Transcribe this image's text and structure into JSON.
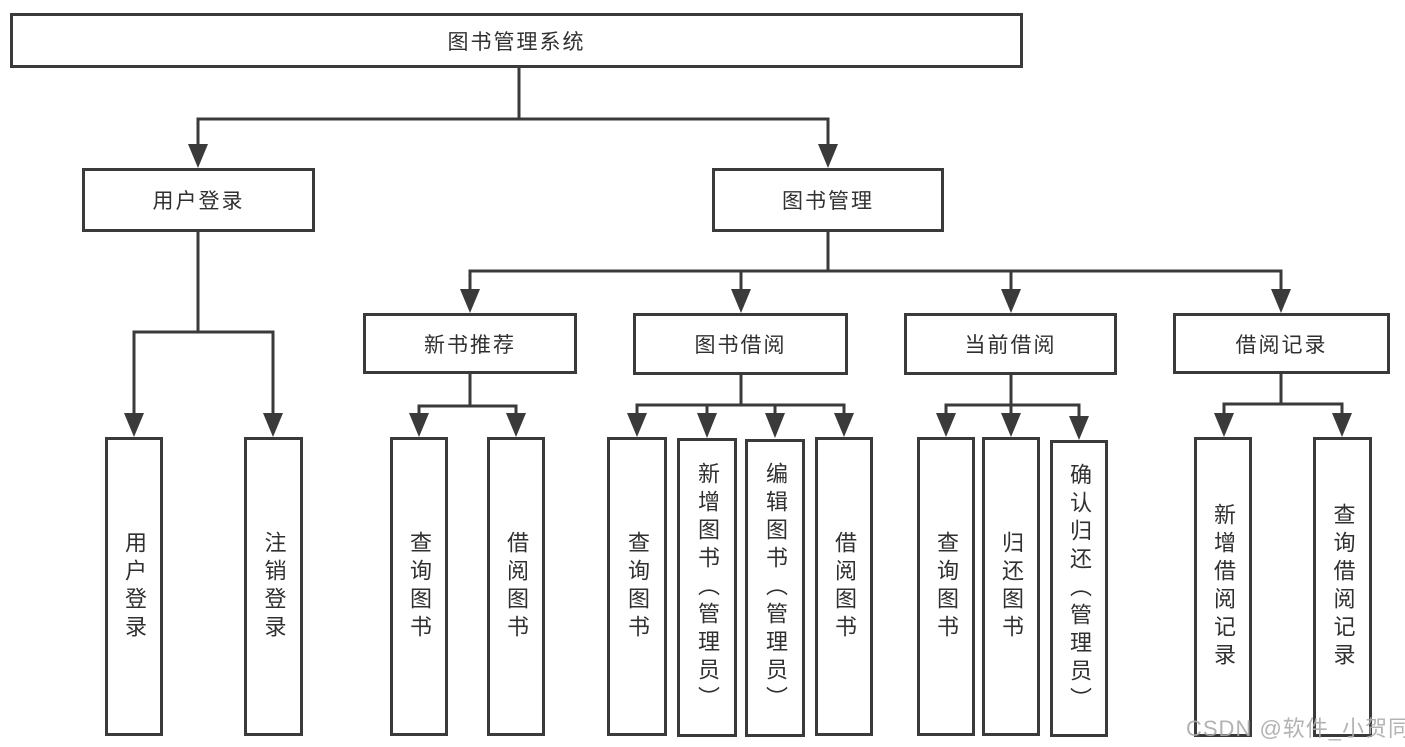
{
  "title": {
    "label": "图书管理系统"
  },
  "level2": {
    "user_login": "用户登录",
    "book_management": "图书管理"
  },
  "level3": {
    "new_book_recommend": "新书推荐",
    "book_borrow": "图书借阅",
    "current_borrow": "当前借阅",
    "borrow_records": "借阅记录"
  },
  "leaves": {
    "user_login": [
      "用户登录",
      "注销登录"
    ],
    "new_book_recommend": [
      "查询图书",
      "借阅图书"
    ],
    "book_borrow": [
      "查询图书",
      "新增图书（管理员）",
      "编辑图书（管理员）",
      "借阅图书"
    ],
    "current_borrow": [
      "查询图书",
      "归还图书",
      "确认归还（管理员）"
    ],
    "borrow_records": [
      "新增借阅记录",
      "查询借阅记录"
    ]
  },
  "watermark": "CSDN @软件_小贺同学",
  "colors": {
    "line": "#3a3a3a",
    "text": "#303030",
    "watermark": "#ababab",
    "background": "#ffffff"
  }
}
